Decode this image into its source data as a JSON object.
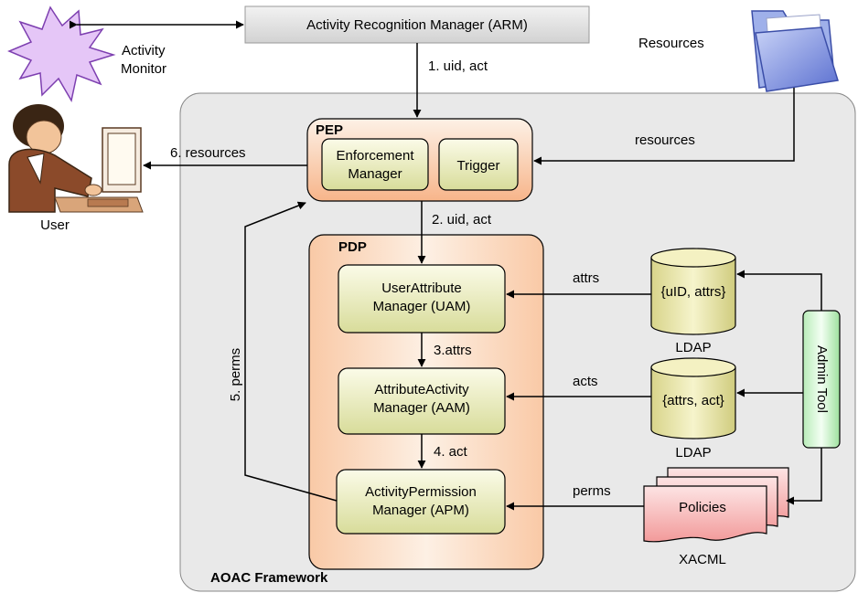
{
  "framework_label": "AOAC Framework",
  "arm_label": "Activity Recognition Manager (ARM)",
  "activity_monitor": [
    "Activity",
    "Monitor"
  ],
  "user_label": "User",
  "resources_title": "Resources",
  "pep": {
    "title": "PEP",
    "enforcement": [
      "Enforcement",
      "Manager"
    ],
    "trigger": "Trigger"
  },
  "pdp": {
    "title": "PDP",
    "uam": [
      "UserAttribute",
      "Manager (UAM)"
    ],
    "aam": [
      "AttributeActivity",
      "Manager (AAM)"
    ],
    "apm": [
      "ActivityPermission",
      "Manager (APM)"
    ]
  },
  "stores": {
    "ldap1_text": "{uID, attrs}",
    "ldap1_label": "LDAP",
    "ldap2_text": "{attrs, act}",
    "ldap2_label": "LDAP",
    "policies_text": "Policies",
    "policies_label": "XACML"
  },
  "admin_tool": "Admin Tool",
  "flows": {
    "f1": "1. uid, act",
    "f2": "2. uid, act",
    "f3": "3.attrs",
    "f4": "4. act",
    "f5": "5. perms",
    "f6": "6. resources",
    "resources": "resources",
    "attrs": "attrs",
    "acts": "acts",
    "perms": "perms"
  }
}
